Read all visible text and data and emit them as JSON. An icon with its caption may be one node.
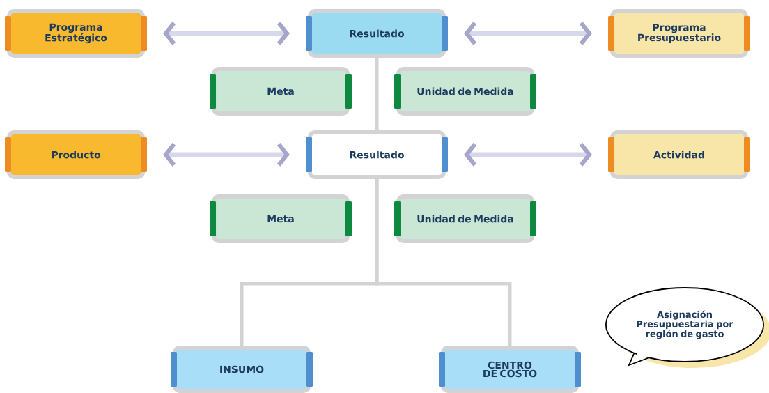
{
  "diagram": {
    "nodes": [
      {
        "text": [
          "Programa Estratégico"
        ]
      },
      {
        "text": [
          "Resultado"
        ]
      },
      {
        "text": [
          "Programa Presupuestario"
        ]
      },
      {
        "text": [
          "Meta"
        ]
      },
      {
        "text": [
          "Unidad de Medida"
        ]
      },
      {
        "text": [
          "Producto"
        ]
      },
      {
        "text": [
          "Resultado"
        ]
      },
      {
        "text": [
          "Actividad"
        ]
      },
      {
        "text": [
          "Meta"
        ]
      },
      {
        "text": [
          "Unidad de Medida"
        ]
      },
      {
        "text": [
          "INSUMO"
        ]
      },
      {
        "text": [
          "CENTRO DE COSTO"
        ]
      },
      {
        "text": [
          "Asignación Presupuestaria por reglón de gasto"
        ]
      }
    ],
    "edges": [
      {
        "from": 0,
        "to": 1,
        "arrow": "both"
      },
      {
        "from": 1,
        "to": 2,
        "arrow": "both"
      },
      {
        "from": 5,
        "to": 6,
        "arrow": "both"
      },
      {
        "from": 6,
        "to": 7,
        "arrow": "both"
      },
      {
        "from": 1,
        "to": 6,
        "arrow": "none"
      },
      {
        "from": 6,
        "to": 10,
        "arrow": "none"
      },
      {
        "from": 6,
        "to": 11,
        "arrow": "none"
      }
    ]
  }
}
